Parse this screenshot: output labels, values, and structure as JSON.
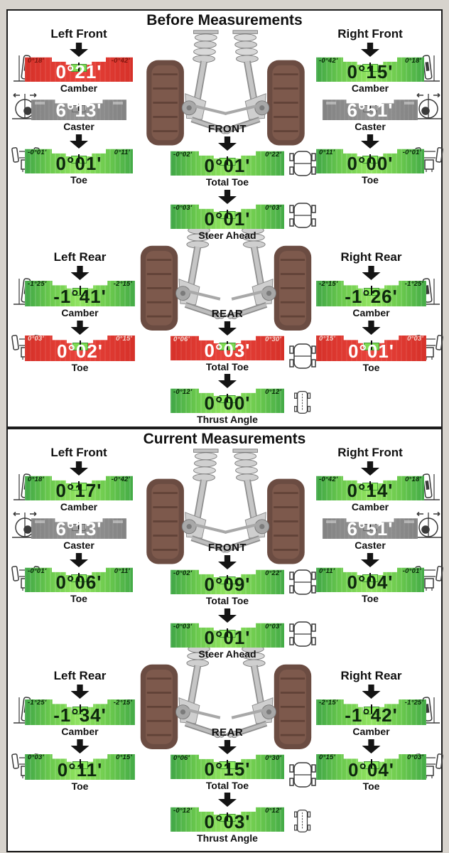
{
  "labels": {
    "camber": "Camber",
    "caster": "Caster",
    "toe": "Toe",
    "total_toe": "Total Toe",
    "steer_ahead": "Steer Ahead",
    "thrust_angle": "Thrust Angle",
    "left_front": "Left Front",
    "right_front": "Right Front",
    "left_rear": "Left Rear",
    "right_rear": "Right Rear",
    "front": "FRONT",
    "rear": "REAR"
  },
  "colors": {
    "in_spec_green": "#6cc94e",
    "out_of_spec_red": "#e2342b",
    "caster_gray": "#8d8d8d"
  },
  "icons": {
    "camber": "tilted-wheel-icon",
    "caster": "wheel-side-arrows-icon",
    "toe": "vehicle-front-icon",
    "total_toe": "vehicle-top-icon",
    "steer_ahead": "vehicle-top-steering-icon",
    "thrust_angle": "vehicle-top-narrow-icon"
  },
  "before": {
    "title": "Before Measurements",
    "left_front": {
      "camber": {
        "tick_left": "0°18'",
        "tick_right": "-0°42'",
        "value": "0°21'",
        "status": "alert"
      },
      "caster": {
        "value": "6°13'",
        "status": "neutral"
      },
      "toe": {
        "tick_left": "-0°01'",
        "tick_right": "0°11'",
        "value": "0°01'",
        "status": "ok"
      }
    },
    "right_front": {
      "camber": {
        "tick_left": "-0°42'",
        "tick_right": "0°18'",
        "value": "0°15'",
        "status": "ok"
      },
      "caster": {
        "value": "6°51'",
        "status": "neutral"
      },
      "toe": {
        "tick_left": "0°11'",
        "tick_right": "-0°01'",
        "value": "0°00'",
        "status": "ok"
      }
    },
    "front_axle": {
      "total_toe": {
        "tick_left": "-0°02'",
        "tick_right": "0°22'",
        "value": "0°01'",
        "status": "ok"
      },
      "steer_ahead": {
        "tick_left": "-0°03'",
        "tick_right": "0°03'",
        "value": "0°01'",
        "status": "ok"
      }
    },
    "left_rear": {
      "camber": {
        "tick_left": "-1°25'",
        "tick_right": "-2°15'",
        "value": "-1°41'",
        "status": "ok"
      },
      "toe": {
        "tick_left": "0°03'",
        "tick_right": "0°15'",
        "value": "0°02'",
        "status": "alert"
      }
    },
    "right_rear": {
      "camber": {
        "tick_left": "-2°15'",
        "tick_right": "-1°25'",
        "value": "-1°26'",
        "status": "ok"
      },
      "toe": {
        "tick_left": "0°15'",
        "tick_right": "0°03'",
        "value": "0°01'",
        "status": "alert"
      }
    },
    "rear_axle": {
      "total_toe": {
        "tick_left": "0°06'",
        "tick_right": "0°30'",
        "value": "0°03'",
        "status": "alert"
      },
      "thrust_angle": {
        "tick_left": "-0°12'",
        "tick_right": "0°12'",
        "value": "0°00'",
        "status": "ok"
      }
    }
  },
  "current": {
    "title": "Current Measurements",
    "left_front": {
      "camber": {
        "tick_left": "0°18'",
        "tick_right": "-0°42'",
        "value": "0°17'",
        "status": "ok"
      },
      "caster": {
        "value": "6°13'",
        "status": "neutral"
      },
      "toe": {
        "tick_left": "-0°01'",
        "tick_right": "0°11'",
        "value": "0°06'",
        "status": "ok"
      }
    },
    "right_front": {
      "camber": {
        "tick_left": "-0°42'",
        "tick_right": "0°18'",
        "value": "0°14'",
        "status": "ok"
      },
      "caster": {
        "value": "6°51'",
        "status": "neutral"
      },
      "toe": {
        "tick_left": "0°11'",
        "tick_right": "-0°01'",
        "value": "0°04'",
        "status": "ok"
      }
    },
    "front_axle": {
      "total_toe": {
        "tick_left": "-0°02'",
        "tick_right": "0°22'",
        "value": "0°09'",
        "status": "ok"
      },
      "steer_ahead": {
        "tick_left": "-0°03'",
        "tick_right": "0°03'",
        "value": "0°01'",
        "status": "ok"
      }
    },
    "left_rear": {
      "camber": {
        "tick_left": "-1°25'",
        "tick_right": "-2°15'",
        "value": "-1°34'",
        "status": "ok"
      },
      "toe": {
        "tick_left": "0°03'",
        "tick_right": "0°15'",
        "value": "0°11'",
        "status": "ok"
      }
    },
    "right_rear": {
      "camber": {
        "tick_left": "-2°15'",
        "tick_right": "-1°25'",
        "value": "-1°42'",
        "status": "ok"
      },
      "toe": {
        "tick_left": "0°15'",
        "tick_right": "0°03'",
        "value": "0°04'",
        "status": "ok"
      }
    },
    "rear_axle": {
      "total_toe": {
        "tick_left": "0°06'",
        "tick_right": "0°30'",
        "value": "0°15'",
        "status": "ok"
      },
      "thrust_angle": {
        "tick_left": "-0°12'",
        "tick_right": "0°12'",
        "value": "0°03'",
        "status": "ok"
      }
    }
  }
}
